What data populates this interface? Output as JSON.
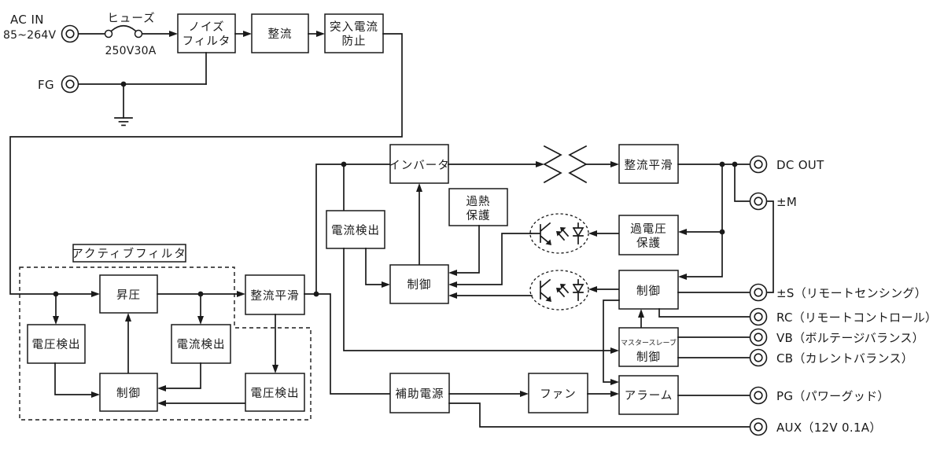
{
  "colors": {
    "line": "#1a1a1a",
    "background": "#ffffff"
  },
  "src": {
    "ac_in": "AC IN",
    "ac_range": "85~264V",
    "fuse_name": "ヒューズ",
    "fuse_rating": "250V30A",
    "fg": "FG"
  },
  "blocks": {
    "noise_filter_1": "ノイズ",
    "noise_filter_2": "フィルタ",
    "rectifier": "整流",
    "inrush_1": "突入電流",
    "inrush_2": "防止",
    "active_filter_title": "アクティブフィルタ",
    "boost": "昇圧",
    "af_voltage_detect": "電圧検出",
    "af_current_detect": "電流検出",
    "af_control": "制御",
    "af_rect_smooth": "整流平滑",
    "af_voltage_detect_2": "電圧検出",
    "inverter": "インバータ",
    "current_detect": "電流検出",
    "overheat_1": "過熱",
    "overheat_2": "保護",
    "main_control": "制御",
    "out_rect_smooth": "整流平滑",
    "overvoltage_1": "過電圧",
    "overvoltage_2": "保護",
    "out_control": "制御",
    "master_slave_1": "マスタースレーブ",
    "master_slave_2": "制御",
    "aux_power": "補助電源",
    "fan": "ファン",
    "alarm": "アラーム"
  },
  "terminals": {
    "dc_out": "DC OUT",
    "m": "±M",
    "s": "±S（リモートセンシング）",
    "rc": "RC（リモートコントロール）",
    "vb": "VB（ボルテージバランス）",
    "cb": "CB（カレントバランス）",
    "pg": "PG（パワーグッド）",
    "aux": "AUX（12V 0.1A）"
  }
}
